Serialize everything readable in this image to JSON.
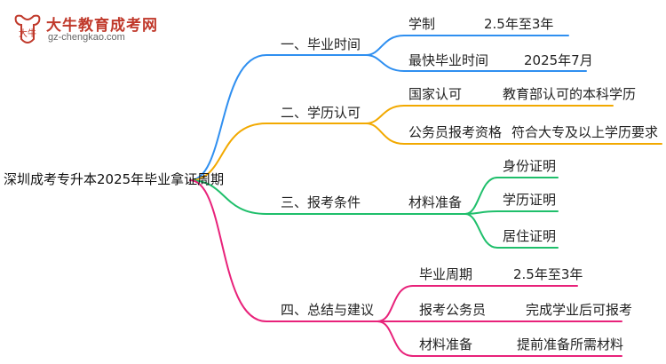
{
  "logo": {
    "title": "大牛教育成考网",
    "url": "gz-chengkao.com",
    "mark_text": "大牛"
  },
  "root": "深圳成考专升本2025年毕业拿证周期",
  "colors": {
    "blue": "#2f8ff0",
    "orange": "#f2a900",
    "green": "#1fbf6b",
    "pink": "#e8227a",
    "logo_red": "#c0392b"
  },
  "branches": [
    {
      "label": "一、毕业时间",
      "color": "blue",
      "children": [
        {
          "label": "学制",
          "value": "2.5年至3年"
        },
        {
          "label": "最快毕业时间",
          "value": "2025年7月"
        }
      ]
    },
    {
      "label": "二、学历认可",
      "color": "orange",
      "children": [
        {
          "label": "国家认可",
          "value": "教育部认可的本科学历"
        },
        {
          "label": "公务员报考资格",
          "value": "符合大专及以上学历要求"
        }
      ]
    },
    {
      "label": "三、报考条件",
      "color": "green",
      "sub": "材料准备",
      "children": [
        {
          "label": "身份证明"
        },
        {
          "label": "学历证明"
        },
        {
          "label": "居住证明"
        }
      ]
    },
    {
      "label": "四、总结与建议",
      "color": "pink",
      "children": [
        {
          "label": "毕业周期",
          "value": "2.5年至3年"
        },
        {
          "label": "报考公务员",
          "value": "完成学业后可报考"
        },
        {
          "label": "材料准备",
          "value": "提前准备所需材料"
        }
      ]
    }
  ]
}
